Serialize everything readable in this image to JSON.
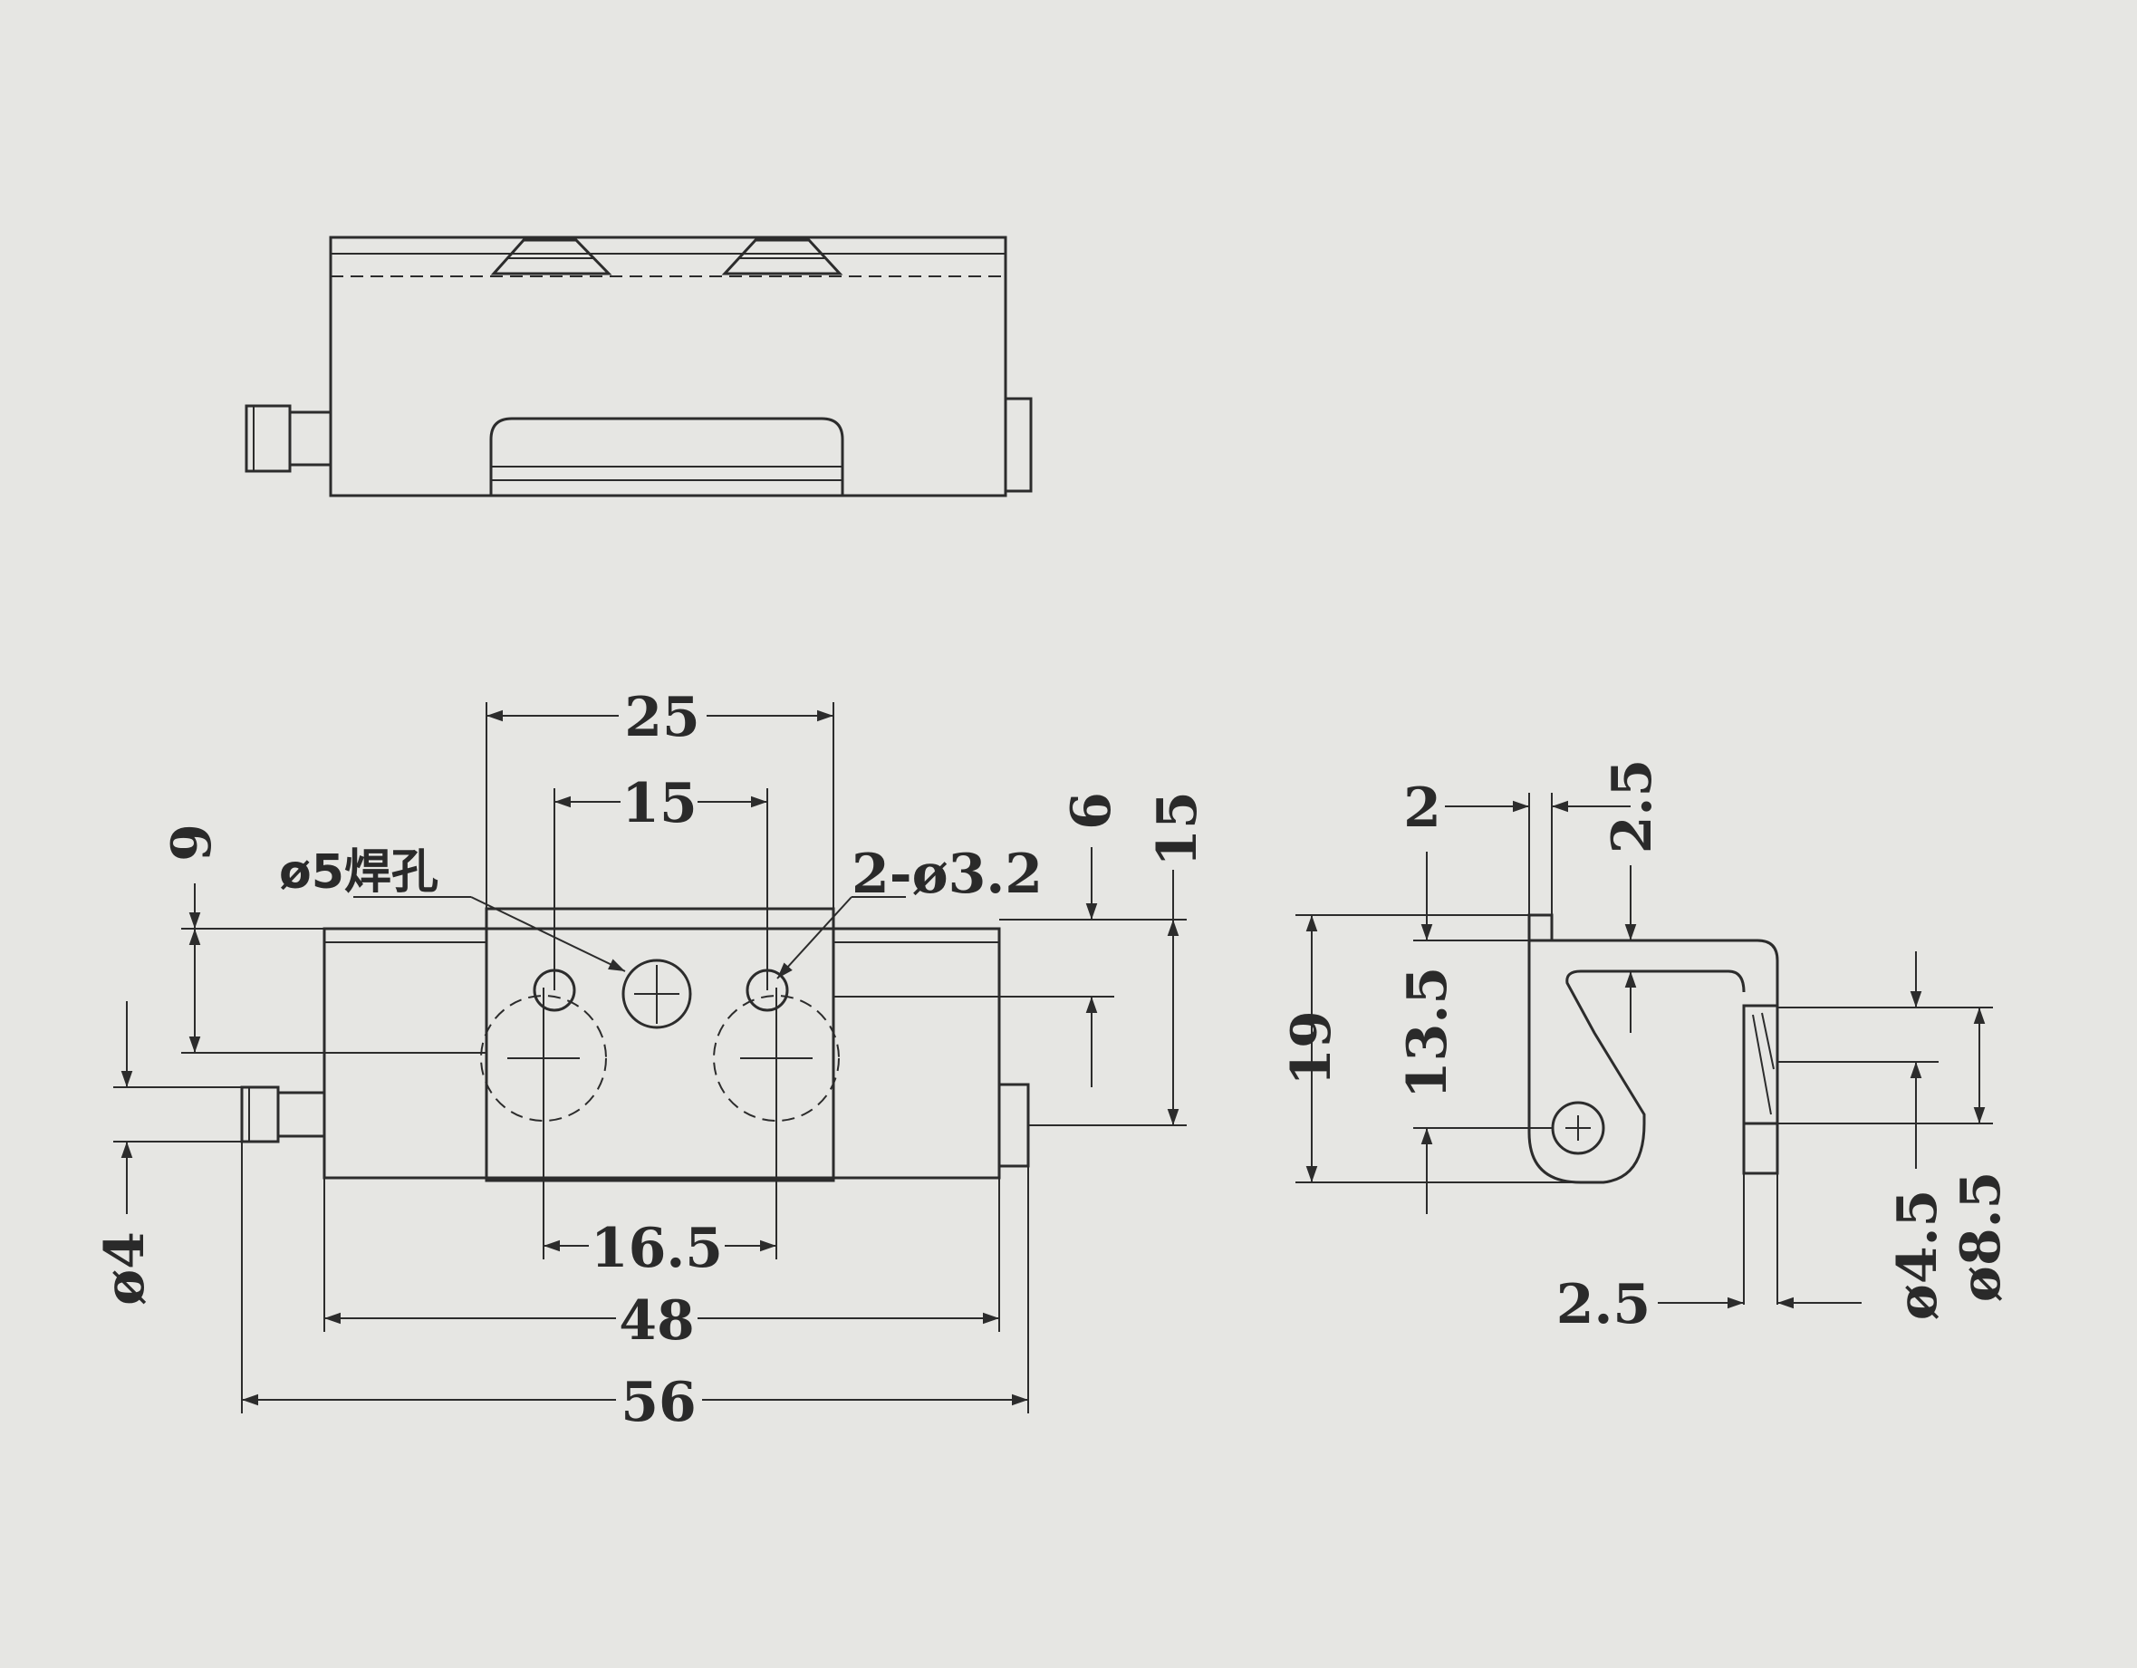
{
  "top_view": {},
  "front_view": {
    "dims": {
      "d25": "25",
      "d15": "15",
      "d16_5": "16.5",
      "d48": "48",
      "d56": "56",
      "d9": "9",
      "d6": "6",
      "d15_right": "15",
      "d_phi4": "ø4"
    },
    "labels": {
      "weld_hole": "ø5焊孔",
      "holes": "2-ø3.2"
    }
  },
  "side_view": {
    "dims": {
      "d2": "2",
      "d2_5_top": "2.5",
      "d19": "19",
      "d13_5": "13.5",
      "d2_5_bottom": "2.5",
      "d_phi4_5": "ø4.5",
      "d_phi8_5": "ø8.5"
    }
  }
}
